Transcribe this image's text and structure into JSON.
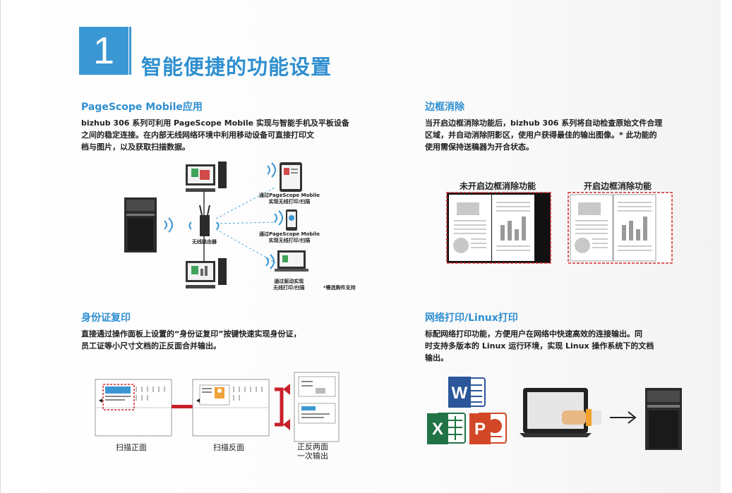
{
  "hero": {
    "number": "1",
    "title": "智能便捷的功能设置"
  },
  "sections": {
    "pagescope": {
      "title": "PageScope Mobile应用",
      "body_lines": [
        "bizhub 306 系列可利用 PageScope Mobile 实现与智能手机及平板设备",
        "之间的稳定连接。在内部无线网络环境中利用移动设备可直接打印文",
        "档与图片，以及获取扫描数据。"
      ],
      "labels": {
        "router": "无线路由器",
        "tablet_line1": "通过PageScope Mobile",
        "tablet_line2": "实现无线打印/扫描",
        "phone_line1": "通过PageScope Mobile",
        "phone_line2": "实现无线打印/扫描",
        "laptop_line1": "通过驱动实现",
        "laptop_line2": "无线打印/扫描",
        "note": "*需选购件支持"
      }
    },
    "border_erase": {
      "title": "边框消除",
      "body_lines": [
        "当开启边框消除功能后，bizhub 306 系列将自动检查原始文件合理",
        "区域，并自动消除阴影区，使用户获得最佳的输出图像。* 此功能的",
        "使用需保持送稿器为开合状态。"
      ],
      "label_off": "未开启边框消除功能",
      "label_on": "开启边框消除功能"
    },
    "idcopy": {
      "title": "身份证复印",
      "body_lines": [
        "直接通过操作面板上设置的“身份证复印”按键快速实现身份证，",
        "员工证等小尺寸文档的正反面合并输出。"
      ],
      "label_front": "扫描正面",
      "label_back": "扫描反面",
      "label_out_line1": "正反两面",
      "label_out_line2": "一次输出"
    },
    "netprint": {
      "title": "网络打印/Linux打印",
      "body_lines": [
        "标配网络打印功能，方便用户在网络中快速高效的连接输出。同",
        "时支持多版本的 Linux 运行环境，实现 Linux 操作系统下的文档",
        "输出。"
      ],
      "icons": {
        "word": "W",
        "excel": "X",
        "powerpoint": "P"
      }
    }
  },
  "colors": {
    "accent": "#2f8fd0",
    "hero_bg": "#3b97d3",
    "red": "#d42a2a"
  }
}
